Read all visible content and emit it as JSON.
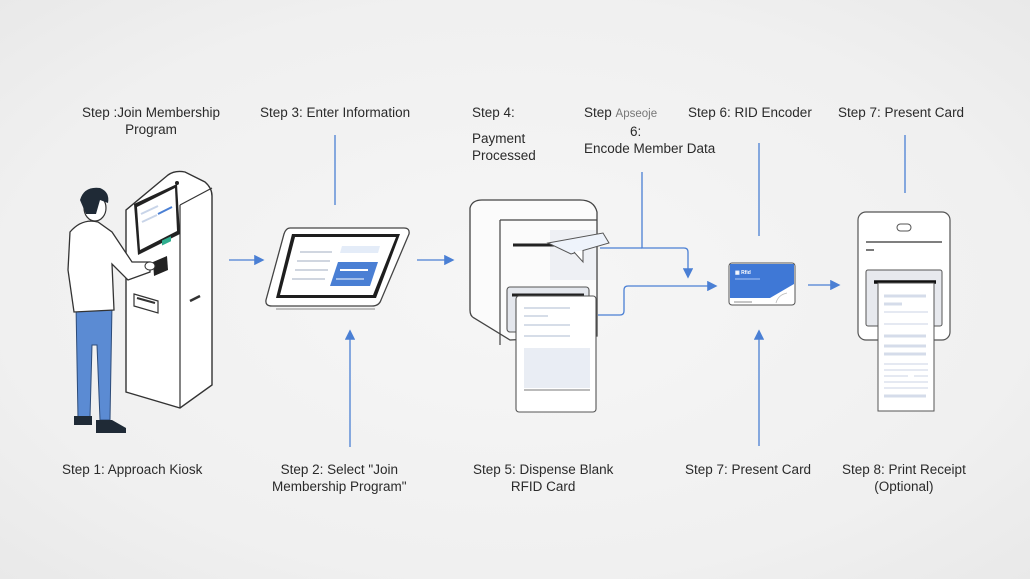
{
  "diagram": {
    "title_hidden": "Kiosk RFID membership card issuance flow",
    "accent_color": "#4a7fd4",
    "top_labels": [
      {
        "line1": "Step :Join Membership",
        "line2": "Program"
      },
      {
        "line1": "Step 3: Enter Information"
      },
      {
        "line1": "Step 4:",
        "line2": "Payment",
        "line3": "Processed"
      },
      {
        "line1": "Step",
        "faint": "Apseoje",
        "line2": "6:",
        "line3": "Encode Member Data"
      },
      {
        "line1": "Step 6: RID Encoder"
      },
      {
        "line1": "Step 7: Present Card"
      }
    ],
    "bottom_labels": [
      {
        "line1": "Step 1: Approach Kiosk"
      },
      {
        "line1": "Step 2: Select \"Join",
        "line2": "Membership Program\""
      },
      {
        "line1": "Step 5: Dispense Blank",
        "line2": "RFID Card"
      },
      {
        "line1": "Step 7: Present Card"
      },
      {
        "line1": "Step 8: Print Receipt",
        "line2": "(Optional)"
      }
    ],
    "illustrations": [
      "person-at-kiosk",
      "tablet-form",
      "card-dispenser",
      "rfid-card",
      "receipt-printer"
    ]
  }
}
